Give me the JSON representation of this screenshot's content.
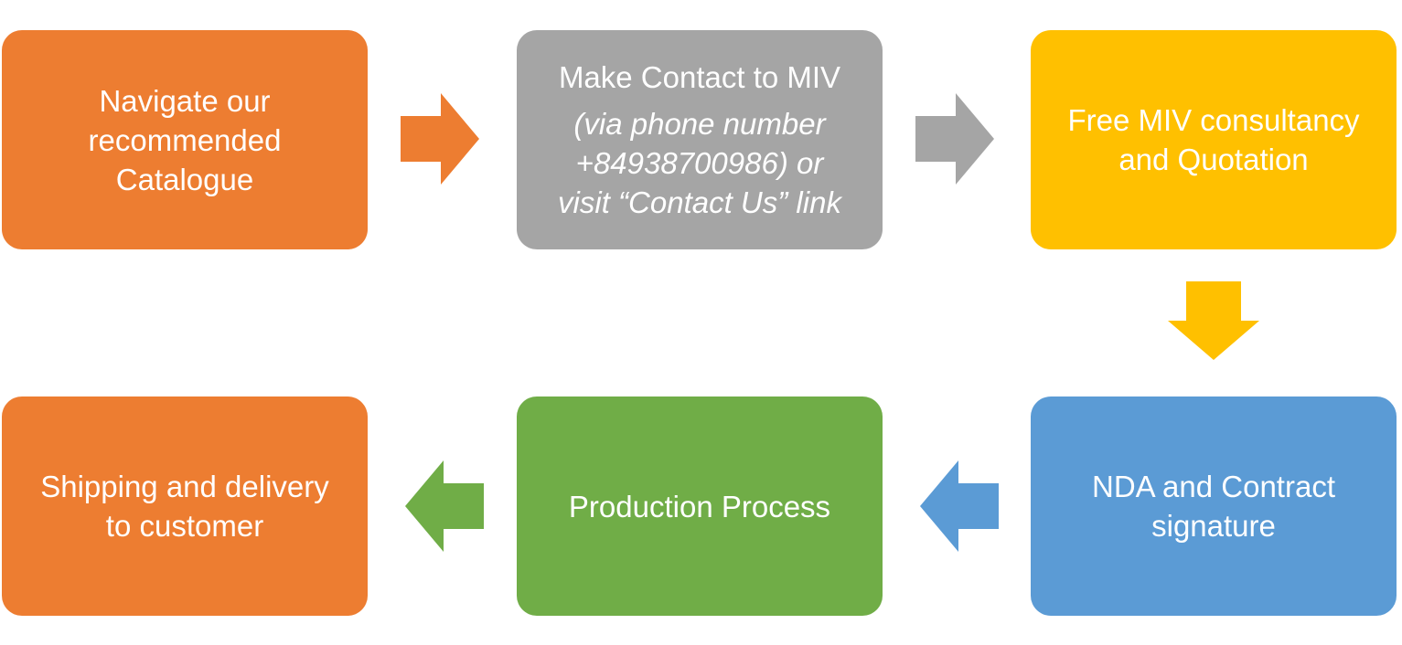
{
  "colors": {
    "orange": "#ED7D31",
    "gray": "#A5A5A5",
    "gold": "#FFC000",
    "blue": "#5B9BD5",
    "green": "#70AD47"
  },
  "steps": [
    {
      "lines": [
        "Navigate our",
        "recommended",
        "Catalogue"
      ]
    },
    {
      "title": "Make Contact to MIV",
      "detail_lines": [
        "(via phone number",
        "+84938700986) or",
        "visit “Contact Us” link"
      ]
    },
    {
      "lines": [
        "Free MIV consultancy",
        "and Quotation"
      ]
    },
    {
      "lines": [
        "NDA and Contract",
        "signature"
      ]
    },
    {
      "lines": [
        "Production Process"
      ]
    },
    {
      "lines": [
        "Shipping and delivery",
        "to customer"
      ]
    }
  ],
  "arrows": [
    {
      "from": "Navigate our recommended Catalogue",
      "to": "Make Contact to MIV",
      "direction": "right",
      "color": "#ED7D31"
    },
    {
      "from": "Make Contact to MIV",
      "to": "Free MIV consultancy and Quotation",
      "direction": "right",
      "color": "#A5A5A5"
    },
    {
      "from": "Free MIV consultancy and Quotation",
      "to": "NDA and Contract signature",
      "direction": "down",
      "color": "#FFC000"
    },
    {
      "from": "NDA and Contract signature",
      "to": "Production Process",
      "direction": "left",
      "color": "#5B9BD5"
    },
    {
      "from": "Production Process",
      "to": "Shipping and delivery to customer",
      "direction": "left",
      "color": "#70AD47"
    }
  ]
}
